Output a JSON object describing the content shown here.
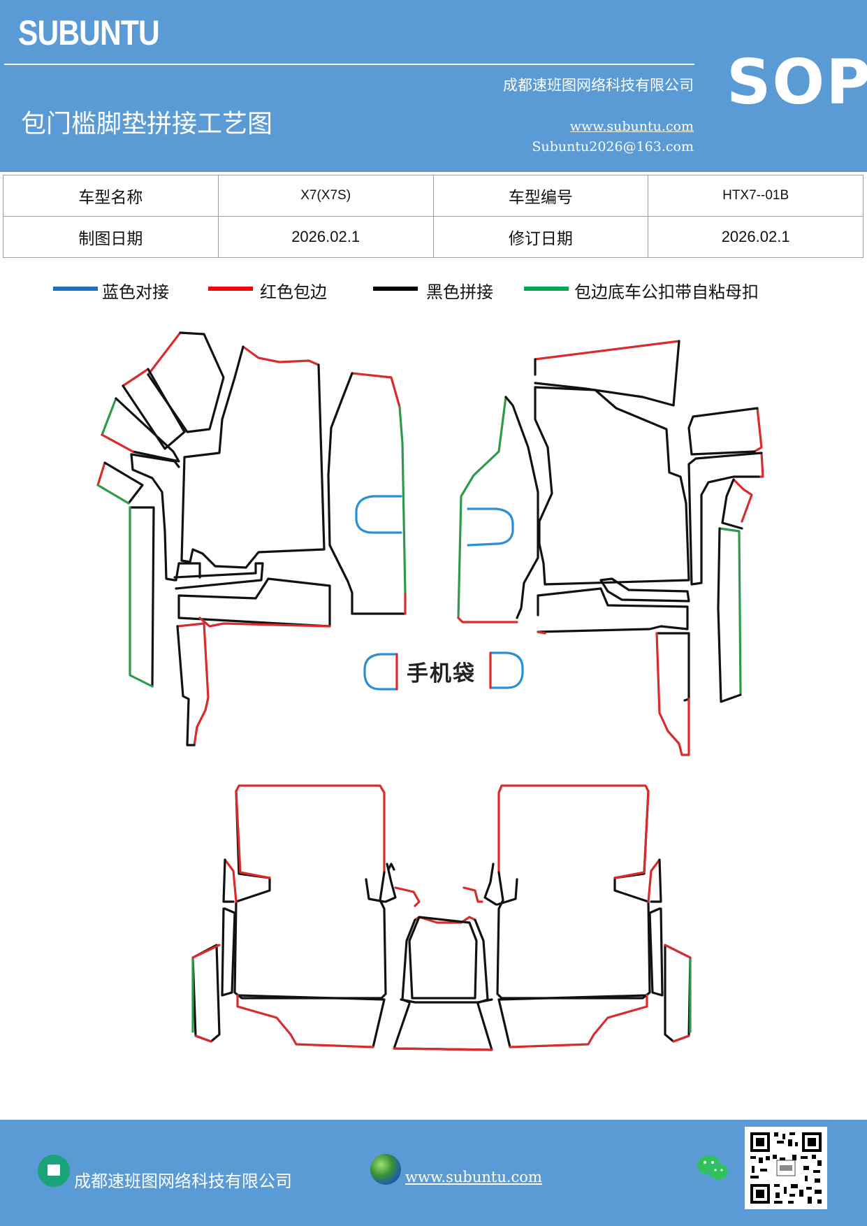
{
  "header": {
    "logo": "SUBUNTU",
    "sop": "SOP",
    "company": "成都速班图网络科技有限公司",
    "title": "包门槛脚垫拼接工艺图",
    "website": "www.subuntu.com",
    "email": "Subuntu2026@163.com"
  },
  "info_table": {
    "model_name_label": "车型名称",
    "model_name_value": "X7(X7S)",
    "model_code_label": "车型编号",
    "model_code_value": "HTX7--01B",
    "draw_date_label": "制图日期",
    "draw_date_value": "2026.02.1",
    "revise_date_label": "修订日期",
    "revise_date_value": "2026.02.1"
  },
  "legend": [
    {
      "label": "蓝色对接",
      "color": "#1f6fbf"
    },
    {
      "label": "红色包边",
      "color": "#ff0000"
    },
    {
      "label": "黑色拼接",
      "color": "#000000"
    },
    {
      "label": "包边底车公扣带自粘母扣",
      "color": "#00a651"
    }
  ],
  "diagram": {
    "phone_pocket_label": "手机袋",
    "colors": {
      "blue": "#2b8fd6",
      "red": "#d92b2b",
      "black": "#111111",
      "green": "#2e9a4a"
    }
  },
  "footer": {
    "company": "成都速班图网络科技有限公司",
    "website": "www.subuntu.com "
  },
  "icons": [
    "building-icon",
    "globe-icon",
    "wechat-icon",
    "qr-code"
  ]
}
